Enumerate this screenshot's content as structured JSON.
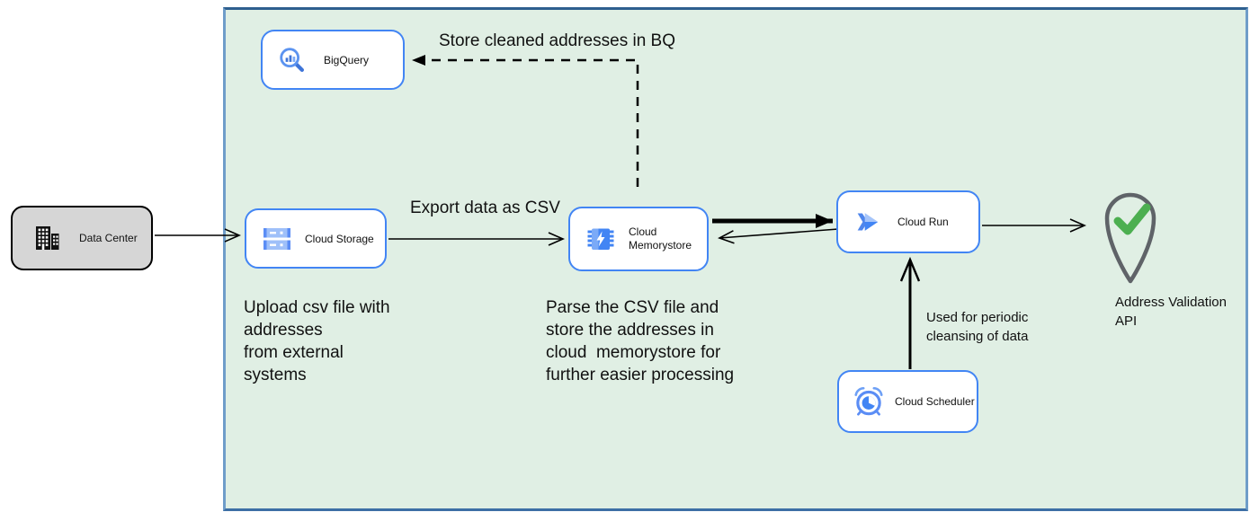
{
  "colors": {
    "container_bg": "#e0efe4",
    "container_border": "#3d6fa5",
    "node_border": "#4285f4",
    "icon_blue": "#4285f4",
    "icon_blue_light": "#9fc0f9",
    "check_green": "#4caf50",
    "pin_gray": "#5f6368",
    "datacenter_bg": "#d6d6d6"
  },
  "nodes": {
    "data_center": {
      "label": "Data Center",
      "icon": "data-center-building-icon"
    },
    "bigquery": {
      "label": "BigQuery",
      "icon": "bigquery-icon"
    },
    "cloud_storage": {
      "label": "Cloud Storage",
      "icon": "cloud-storage-icon"
    },
    "cloud_memorystore": {
      "label": "Cloud Memorystore",
      "icon": "cloud-memorystore-icon"
    },
    "cloud_run": {
      "label": "Cloud Run",
      "icon": "cloud-run-icon"
    },
    "cloud_scheduler": {
      "label": "Cloud Scheduler",
      "icon": "cloud-scheduler-icon"
    },
    "address_validation": {
      "label": "Address Validation API",
      "icon": "map-pin-check-icon"
    }
  },
  "annotations": {
    "store_bq": "Store cleaned addresses in BQ",
    "export_csv": "Export data as CSV",
    "upload_note": "Upload csv file with\naddresses\nfrom external\nsystems",
    "parse_note": "Parse the CSV file and\nstore the addresses in\ncloud  memorystore for\nfurther easier processing",
    "periodic_note": "Used for periodic\ncleansing of data"
  }
}
